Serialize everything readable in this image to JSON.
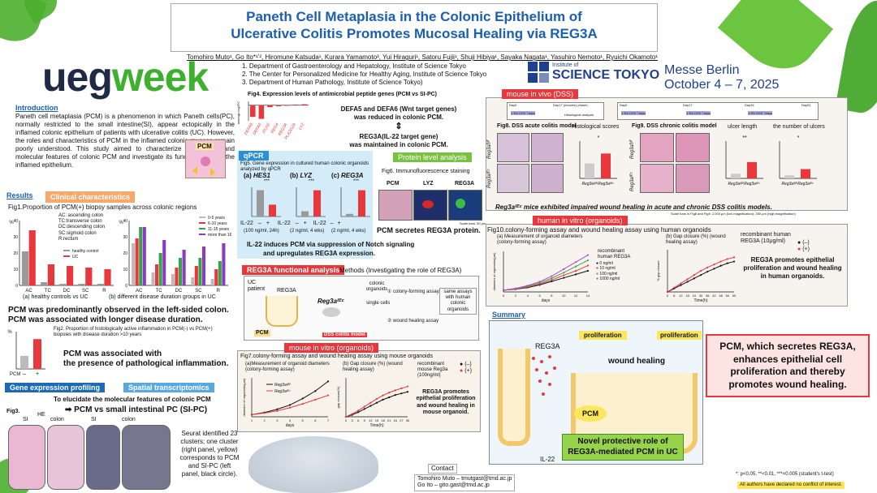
{
  "title": {
    "line1": "Paneth Cell Metaplasia in the Colonic Epithelium of",
    "line2": "Ulcerative Colitis Promotes Mucosal Healing via REG3A"
  },
  "authors": "Tomohiro Muto¹, Go Ito*¹ʼ², Hiromune Katsuda¹, Kurara Yamamoto³, Yui Hiraguri¹, Satoru Fujii¹, Shuji Hibiya¹, Sayaka Nagata¹, Yasuhiro Nemoto¹, Ryuichi Okamoto¹",
  "affiliations": [
    "1.  Department of Gastroenterology and Hepatology, Institute of Science Tokyo",
    "2.  The Center for Personalized Medicine for Healthy Aging, Institute of Science Tokyo",
    "3.  Department of Human Pathology, Institute of Science Tokyo)"
  ],
  "logo": {
    "ueg": "ueg",
    "week": "week",
    "inst_small": "Institute of",
    "inst_big": "SCIENCE TOKYO"
  },
  "venue": {
    "city": "Messe Berlin",
    "dates": "October 4 – 7, 2025"
  },
  "intro": {
    "heading": "Introduction",
    "text": "Paneth cell metaplasia (PCM) is a phenomenon in which Paneth cells(PC), normally restricted to the small intestine(SI), appear ectopically in the inflamed colonic epithelium of patients with ulcerative colitis (UC). However, the roles and characteristics of PCM in the inflamed colonic mucosa remain poorly understood. This study aimed to characterize the clinical and molecular features of colonic PCM and investigate its functional role in the inflamed epithelium.",
    "pcm_label": "PCM"
  },
  "results": {
    "heading": "Results",
    "clinical_tag": "Clinical characteristics",
    "fig1_title": "Fig1.Proportion of PCM(+) biopsy samples across colonic regions",
    "abbrev": [
      "AC: ascending colon",
      "TC:transverse colon",
      "DC:descending colon",
      "SC:sigmoid colon",
      "R:rectum"
    ],
    "caption_a": "(a) healthy controls vs UC",
    "caption_b": "(b) different disease duration groups in UC",
    "concl1": "PCM was predominantly observed in the left-sided colon.",
    "concl2": "PCM was associated with longer disease duration.",
    "fig2_title": "Fig2. Proportion of histologically active inflammation in PCM(-) vs PCM(+) biopsies with disease duration >10 years",
    "fig2_concl1": "PCM was associated with",
    "fig2_concl2": "the presence of pathological inflammation.",
    "fig2_xlabel": "PCM",
    "fig2_minus": "–",
    "fig2_plus": "+"
  },
  "gene_expr": {
    "tag": "Gene expression profiling",
    "spatial_tag": "Spatial transcriptomics",
    "line1": "To elucidate the molecular features of colonic PCM",
    "line2": "PCM vs small intestinal PC (SI-PC)",
    "fig3": "Fig3.",
    "labels": [
      "SI",
      "HE",
      "colon",
      "SI",
      "colon"
    ],
    "seurat": "Seurat identified 23 clusters; one cluster (right panel, yellow) corresponds to PCM and SI-PC (left panel, black circle)."
  },
  "fig4": {
    "title": "Fig4. Expression levels of antimicrobial peptide genes (PCM vs SI-PC)",
    "ylabel": "average log2FC",
    "genes": [
      "DEFA5",
      "DEFA6",
      "ITLN2",
      "REG4",
      "REG3A",
      "PLA2G2A",
      "LYZ"
    ],
    "concl1": "DEFA5 and DEFA6 (Wnt target genes)",
    "concl2": "was reduced in colonic PCM.",
    "arrow": "⇕",
    "concl3": "REG3A(IL-22 target gene)",
    "concl4": "was maintained in colonic PCM."
  },
  "fig5": {
    "tag": "qPCR",
    "title": "Fig5. Gene expression in cultured human colonic organoids analyzed by qPCR",
    "panels": [
      {
        "label": "(a)",
        "gene": "HES1",
        "sig": "***",
        "cond": "(100 ng/ml, 24h)"
      },
      {
        "label": "(b)",
        "gene": "LYZ",
        "sig": "***",
        "cond": "(2 ng/ml, 4 wks)"
      },
      {
        "label": "(c)",
        "gene": "REG3A",
        "sig": "***",
        "cond": "(2 ng/ml, 4 wks)"
      }
    ],
    "il22": "IL-22",
    "minus": "–",
    "plus": "+",
    "concl1": "IL-22 induces PCM via suppression of  Notch signaling",
    "concl2": "and upregulates REG3A expression."
  },
  "fig6": {
    "tag": "Protein level analysis",
    "title": "Fig6. Immunofluorescence staining",
    "labels": [
      "PCM",
      "LYZ",
      "REG3A"
    ],
    "scale": "Scale bars: 50 μm",
    "concl": "PCM secretes REG3A protein."
  },
  "reg3a_func": {
    "tag": "REG3A functional analysis",
    "methods": "Methods (Investigating the role of REG3A)",
    "uc_patient": "UC patient",
    "reg3a": "REG3A",
    "pcm": "PCM",
    "mouse": "Reg3aᴵᴱᶜ",
    "colonic": "colonic organoids",
    "single": "single cells",
    "assay1": "① colony-forming assay",
    "assay2": "② wound healing assay",
    "same": "same assays with human colonic organoids",
    "dss": "DSS colitis model"
  },
  "fig7": {
    "tag": "mouse in vitro (organoids)",
    "title": "Fig7.colony-forming assay and wound healing assay using mouse organoids",
    "a_title": "(a)Measurement of organoid diameters (colony-forming assay)",
    "b_title": "(b)  Gap closure (%) (wound healing assay)",
    "a_ylabel": "diameter of organoids(μm)",
    "a_xlabel": "days",
    "b_ylabel": "gap closure(%)",
    "b_xlabel": "Time(h)",
    "legend_fl": "Reg3aᶠˡ/ᶠˡ",
    "legend_iec": "Reg3aᴵᴱᶜ",
    "recomb": "recombinant mouse Reg3a (100ng/ml)",
    "minus": "(–)",
    "plus": "(+)",
    "concl": "REG3A promotes epithelial proliferation and wound healing in mouse organoid."
  },
  "dss": {
    "tag": "mouse in vivo (DSS)",
    "acute_label": "Fig8. DSS acute colitis model",
    "chronic_label": "Fig9. DSS chronic colitis model",
    "hist_title": "Histological scores",
    "ulcer_len": "ulcer length",
    "ulcer_num": "the number of ulcers",
    "fl": "Reg3aᶠˡ/ᶠˡ",
    "iec": "Reg3aᴵᴱᶜ",
    "day0": "Day0",
    "day17r": "Day17 (recovery phase)",
    "dss14": "1.5% DSS 7days",
    "hist": "Histological analysis",
    "day17": "Day17",
    "day34": "Day34",
    "day51": "Day51",
    "sig_hist": "*",
    "sig_len": "**",
    "sig_num": "*",
    "concl": "Reg3aᴵᴱᶜ mice exhibited impaired wound healing in acute and chronic DSS colitis models.",
    "scale": "Scale bars in Fig8 and Fig9: 2,000 μm (low magnification); 250 μm (high magnification)"
  },
  "fig10": {
    "tag": "human in vitro (organoids)",
    "title": "Fig10.colony-forming assay and wound healing assay using human organoids",
    "a_title": "(a)  Measurement of organoid diameters (colony-forming assay)",
    "b_title": "(b)   Gap closure (%) (wound healing assay)",
    "recomb_a": "recombinant human REG3A",
    "legend": [
      "0 ng/ml",
      "10 ng/ml",
      "100 ng/ml",
      "1000 ng/ml"
    ],
    "recomb_b": "recombinant human REG3A (10μg/ml)",
    "minus": "(–)",
    "plus": "(+)",
    "a_xlabel": "days",
    "b_xlabel": "Time(h)",
    "concl": "REG3A promotes epithelial proliferation and wound healing in human organoids.",
    "a_ylabel": "diameter of organoids(μm)",
    "b_ylabel": "% gap closure"
  },
  "summary": {
    "tag": "Summary",
    "reg3a": "REG3A",
    "il22": "IL-22",
    "proliferation": "proliferation",
    "wound": "wound healing",
    "pcm": "PCM",
    "novel1": "Novel protective role of",
    "novel2": "REG3A-mediated PCM in UC"
  },
  "final_box": "PCM, which secretes REG3A, enhances epithelial cell proliferation and thereby promotes wound healing.",
  "contact": {
    "tag": "Contact",
    "line1": "Tomohiro Muto – tmutgast@tmd.ac.jp",
    "line2": "Go Ito – gito.gast@tmd.ac.jp"
  },
  "stats_note": "*: p<0.05, **<0.01, ***<0.005 (student's t-test)",
  "coi": "All authors have declared no conflict of interest.",
  "chart_data": [
    {
      "type": "bar",
      "title": "Fig1.Proportion of PCM(+) biopsy samples across colonic regions",
      "caption": "(a) healthy controls vs UC",
      "categories": [
        "AC",
        "TC",
        "DC",
        "SC",
        "R"
      ],
      "ylabel": "%",
      "ylim": [
        0,
        40
      ],
      "series": [
        {
          "name": "healthy control",
          "values": [
            21,
            2,
            1,
            1,
            1
          ]
        },
        {
          "name": "UC",
          "values": [
            34,
            13,
            12,
            11,
            10
          ]
        }
      ]
    },
    {
      "type": "bar",
      "caption": "(b) different disease duration groups in UC",
      "categories": [
        "AC",
        "TC",
        "DC",
        "SC",
        "R"
      ],
      "ylabel": "%",
      "ylim": [
        0,
        40
      ],
      "series": [
        {
          "name": "0-5 years",
          "values": [
            26,
            8,
            7,
            5,
            4
          ]
        },
        {
          "name": "6-10 years",
          "values": [
            29,
            13,
            11,
            12,
            10
          ]
        },
        {
          "name": "11-15 years",
          "values": [
            36,
            20,
            17,
            17,
            15
          ]
        },
        {
          "name": "more than 16",
          "values": [
            36,
            28,
            22,
            24,
            26
          ]
        }
      ]
    },
    {
      "type": "bar",
      "title": "Fig2. Proportion of histologically active inflammation in PCM(-) vs PCM(+) biopsies with disease duration >10 years",
      "categories": [
        "–",
        "+"
      ],
      "xlabel": "PCM",
      "ylabel": "%",
      "ylim": [
        0,
        60
      ],
      "values": [
        21,
        48
      ]
    },
    {
      "type": "bar",
      "title": "Fig4. Expression levels of antimicrobial peptide genes (PCM vs SI-PC)",
      "ylabel": "average log2FC",
      "categories": [
        "DEFA5",
        "DEFA6",
        "ITLN2",
        "REG4",
        "REG3A",
        "PLA2G2A",
        "LYZ"
      ],
      "values": [
        -6,
        -7,
        -1,
        -0.5,
        -0.3,
        0.3,
        0.5
      ],
      "ylim": [
        -8,
        2
      ]
    },
    {
      "type": "line",
      "title": "Fig7 (a) Measurement of organoid diameters (colony-forming assay)",
      "xlabel": "days",
      "ylabel": "diameter of organoids(μm)",
      "x": [
        1,
        2,
        3,
        4,
        5,
        6,
        7
      ],
      "series": [
        {
          "name": "Reg3aᶠˡ/ᶠˡ",
          "values": [
            20,
            40,
            70,
            110,
            170,
            240,
            330
          ]
        },
        {
          "name": "Reg3aᴵᴱᶜ",
          "values": [
            20,
            35,
            55,
            85,
            120,
            160,
            200
          ]
        }
      ]
    },
    {
      "type": "line",
      "title": "Fig7 (b) Gap closure (%) (wound healing assay)",
      "xlabel": "Time(h)",
      "ylabel": "gap closure(%)",
      "x": [
        0,
        3,
        6,
        9,
        12,
        15,
        18,
        21,
        24,
        27,
        30
      ],
      "ylim": [
        0,
        100
      ],
      "series": [
        {
          "name": "(–)",
          "values": [
            0,
            5,
            12,
            20,
            28,
            36,
            44,
            50,
            56,
            60,
            64
          ]
        },
        {
          "name": "(+)",
          "values": [
            0,
            7,
            16,
            26,
            36,
            46,
            55,
            62,
            68,
            73,
            78
          ]
        }
      ]
    },
    {
      "type": "line",
      "title": "Fig10 (a) Measurement of organoid diameters (colony-forming assay)",
      "xlabel": "days",
      "ylabel": "diameter of organoids(μm)",
      "x": [
        0,
        2,
        4,
        6,
        8,
        10,
        12,
        14
      ],
      "series": [
        {
          "name": "0 ng/ml",
          "values": [
            10,
            15,
            25,
            40,
            60,
            80,
            100,
            120
          ]
        },
        {
          "name": "10 ng/ml",
          "values": [
            10,
            16,
            28,
            45,
            68,
            95,
            120,
            150
          ]
        },
        {
          "name": "100 ng/ml",
          "values": [
            10,
            18,
            32,
            52,
            78,
            110,
            145,
            180
          ]
        },
        {
          "name": "1000 ng/ml",
          "values": [
            10,
            20,
            36,
            58,
            90,
            130,
            170,
            210
          ]
        }
      ]
    },
    {
      "type": "line",
      "title": "Fig10 (b) Gap closure (%) (wound healing assay)",
      "xlabel": "Time(h)",
      "ylabel": "% gap closure",
      "x": [
        0,
        6,
        12,
        18,
        24,
        30,
        36,
        42,
        48,
        54,
        60
      ],
      "ylim": [
        0,
        100
      ],
      "series": [
        {
          "name": "(–)",
          "values": [
            0,
            8,
            16,
            24,
            32,
            40,
            48,
            55,
            62,
            68,
            72
          ]
        },
        {
          "name": "(+)",
          "values": [
            0,
            10,
            20,
            30,
            40,
            50,
            58,
            65,
            72,
            78,
            82
          ]
        }
      ]
    },
    {
      "type": "bar",
      "title": "Histological scores",
      "categories": [
        "Reg3aᶠˡ/ᶠˡ",
        "Reg3aᴵᴱᶜ"
      ],
      "values": [
        6,
        10
      ],
      "ylim": [
        0,
        15
      ]
    },
    {
      "type": "bar",
      "title": "ulcer length",
      "categories": [
        "Reg3aᶠˡ/ᶠˡ",
        "Reg3aᴵᴱᶜ"
      ],
      "values": [
        1,
        3.5
      ],
      "ylim": [
        0,
        8
      ]
    },
    {
      "type": "bar",
      "title": "the number of ulcers",
      "categories": [
        "Reg3aᶠˡ/ᶠˡ",
        "Reg3aᴵᴱᶜ"
      ],
      "values": [
        0.5,
        1.5
      ],
      "ylim": [
        0,
        6
      ]
    }
  ]
}
